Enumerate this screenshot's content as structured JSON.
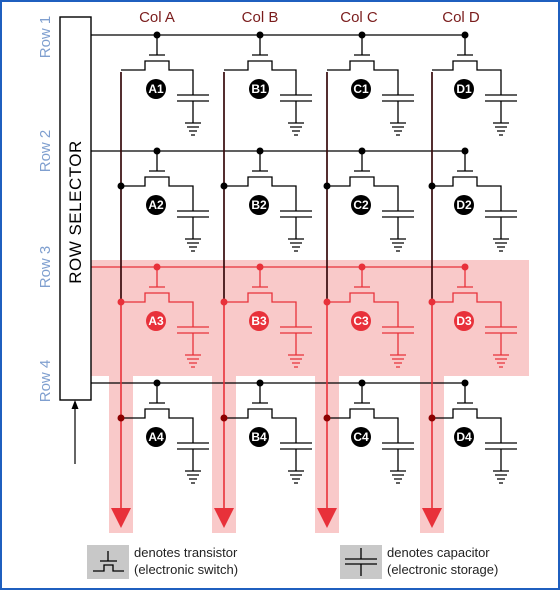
{
  "title": "",
  "row_selector": {
    "label": "ROW SELECTOR"
  },
  "rows": [
    {
      "label": "Row 1",
      "cells": [
        "A1",
        "B1",
        "C1",
        "D1"
      ]
    },
    {
      "label": "Row 2",
      "cells": [
        "A2",
        "B2",
        "C2",
        "D2"
      ]
    },
    {
      "label": "Row 3",
      "cells": [
        "A3",
        "B3",
        "C3",
        "D3"
      ]
    },
    {
      "label": "Row 4",
      "cells": [
        "A4",
        "B4",
        "C4",
        "D4"
      ]
    }
  ],
  "columns": [
    "Col A",
    "Col B",
    "Col C",
    "Col D"
  ],
  "selected_row": 2,
  "legend": {
    "transistor": {
      "line1": "denotes transistor",
      "line2": "(electronic switch)",
      "icon": "transistor-symbol-icon"
    },
    "capacitor": {
      "line1": "denotes capacitor",
      "line2": "(electronic storage)",
      "icon": "capacitor-symbol-icon"
    }
  },
  "colors": {
    "border": "#1f5fbf",
    "wire": "#000000",
    "highlight_fill": "#f9c9c9",
    "highlight_wire": "#e8313a",
    "row_label": "#7f9fcf",
    "col_label": "#7a1c1c",
    "legend_box": "#c8c8c8"
  }
}
